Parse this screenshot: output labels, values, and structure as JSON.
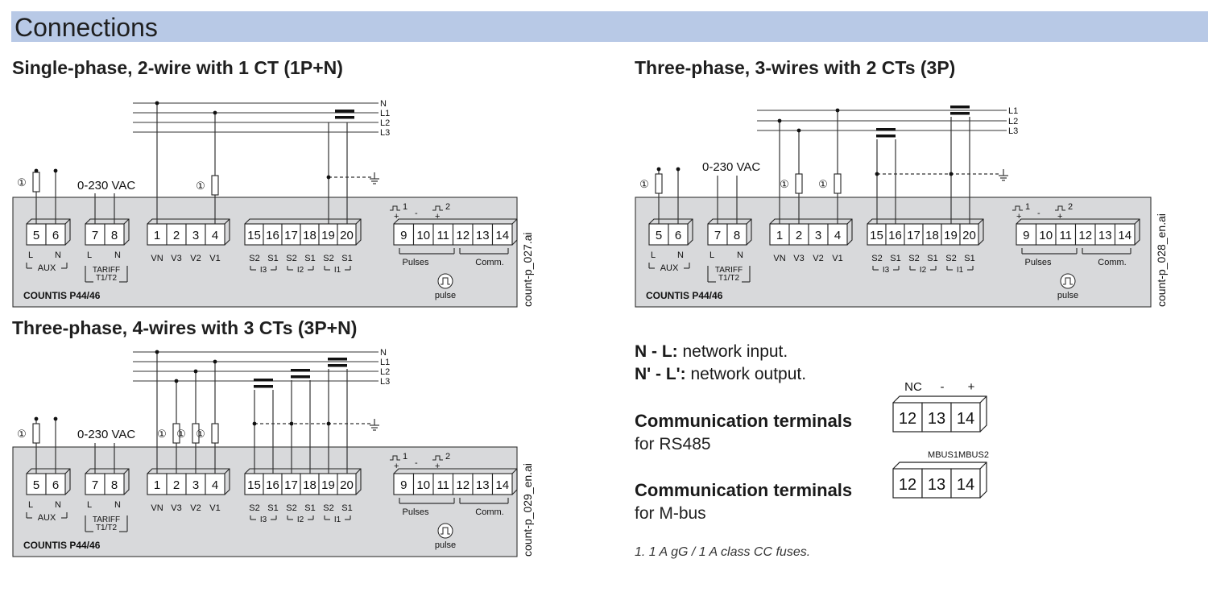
{
  "page": {
    "title": "Connections",
    "device_label": "COUNTIS P44/46",
    "voltage_label": "0-230 VAC",
    "fuse_marker": "①",
    "aux_label": "AUX",
    "tariff_label": "TARIFF",
    "tariff_sub": "T1/T2",
    "pulses_label": "Pulses",
    "comm_label": "Comm.",
    "pulse_icon_label": "pulse",
    "pulse_marks": [
      "1",
      "2",
      "+",
      "-",
      "+"
    ],
    "terminal_pol_L": "L",
    "terminal_pol_N": "N",
    "line_names": {
      "N": "N",
      "L1": "L1",
      "L2": "L2",
      "L3": "L3"
    },
    "voltage_input_labels": [
      "VN",
      "V3",
      "V2",
      "V1"
    ],
    "ct_input_labels": [
      "S2",
      "S1",
      "S2",
      "S1",
      "S2",
      "S1"
    ],
    "ct_group_labels": [
      "I3",
      "I2",
      "I1"
    ]
  },
  "diagrams": [
    {
      "id": "single-phase",
      "title": "Single-phase, 2-wire with 1 CT (1P+N)",
      "file": "count-p_027.ai"
    },
    {
      "id": "three-phase-3w",
      "title": "Three-phase, 3-wires with 2 CTs (3P)",
      "file": "count-p_028_en.ai"
    },
    {
      "id": "three-phase-4w",
      "title": "Three-phase, 4-wires with 3 CTs (3P+N)",
      "file": "count-p_029_en.ai"
    }
  ],
  "terminals": {
    "aux": [
      "5",
      "6"
    ],
    "tariff": [
      "7",
      "8"
    ],
    "voltage": [
      "1",
      "2",
      "3",
      "4"
    ],
    "current": [
      "15",
      "16",
      "17",
      "18",
      "19",
      "20"
    ],
    "outputs": [
      "9",
      "10",
      "11",
      "12",
      "13",
      "14"
    ]
  },
  "legend": {
    "line1_key": "N - L:",
    "line1_text": " network input.",
    "line2_key": "N' - L':",
    "line2_text": " network output."
  },
  "comm": {
    "rs485_title": "Communication terminals",
    "rs485_sub": "for RS485",
    "rs485_heads": [
      "NC",
      "-",
      "+"
    ],
    "mbus_title": "Communication terminals",
    "mbus_sub": "for M-bus",
    "mbus_heads": [
      "MBUS1",
      "MBUS2"
    ],
    "terminals": [
      "12",
      "13",
      "14"
    ]
  },
  "footnote": "1. 1 A gG / 1 A class CC fuses."
}
